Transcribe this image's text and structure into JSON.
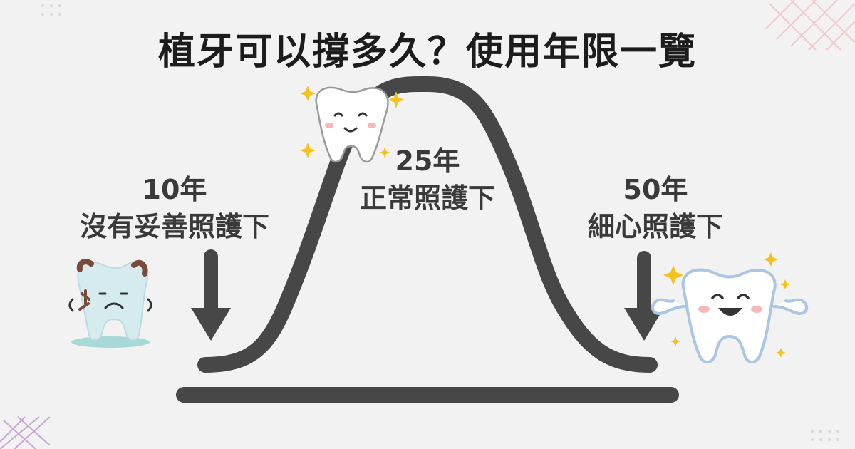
{
  "title": "植牙可以撐多久？使用年限一覽",
  "stages": [
    {
      "years": "10年",
      "condition": "沒有妥善照護下"
    },
    {
      "years": "25年",
      "condition": "正常照護下"
    },
    {
      "years": "50年",
      "condition": "細心照護下"
    }
  ],
  "colors": {
    "curve": "#474747",
    "tooth_fill": "#ffffff",
    "tooth_outline_blue": "#a9c6e4",
    "sparkle": "#f5c21b",
    "sad_tooth": "#d5ebee",
    "stain": "#7a4a3a",
    "blush": "#f6b7b7",
    "deco_pink": "#f3c9cf",
    "deco_purple": "#c6a7d8"
  },
  "icons": [
    "sad-tooth-icon",
    "happy-tooth-icon",
    "strong-tooth-icon",
    "sparkle-icon",
    "down-arrow-icon"
  ]
}
